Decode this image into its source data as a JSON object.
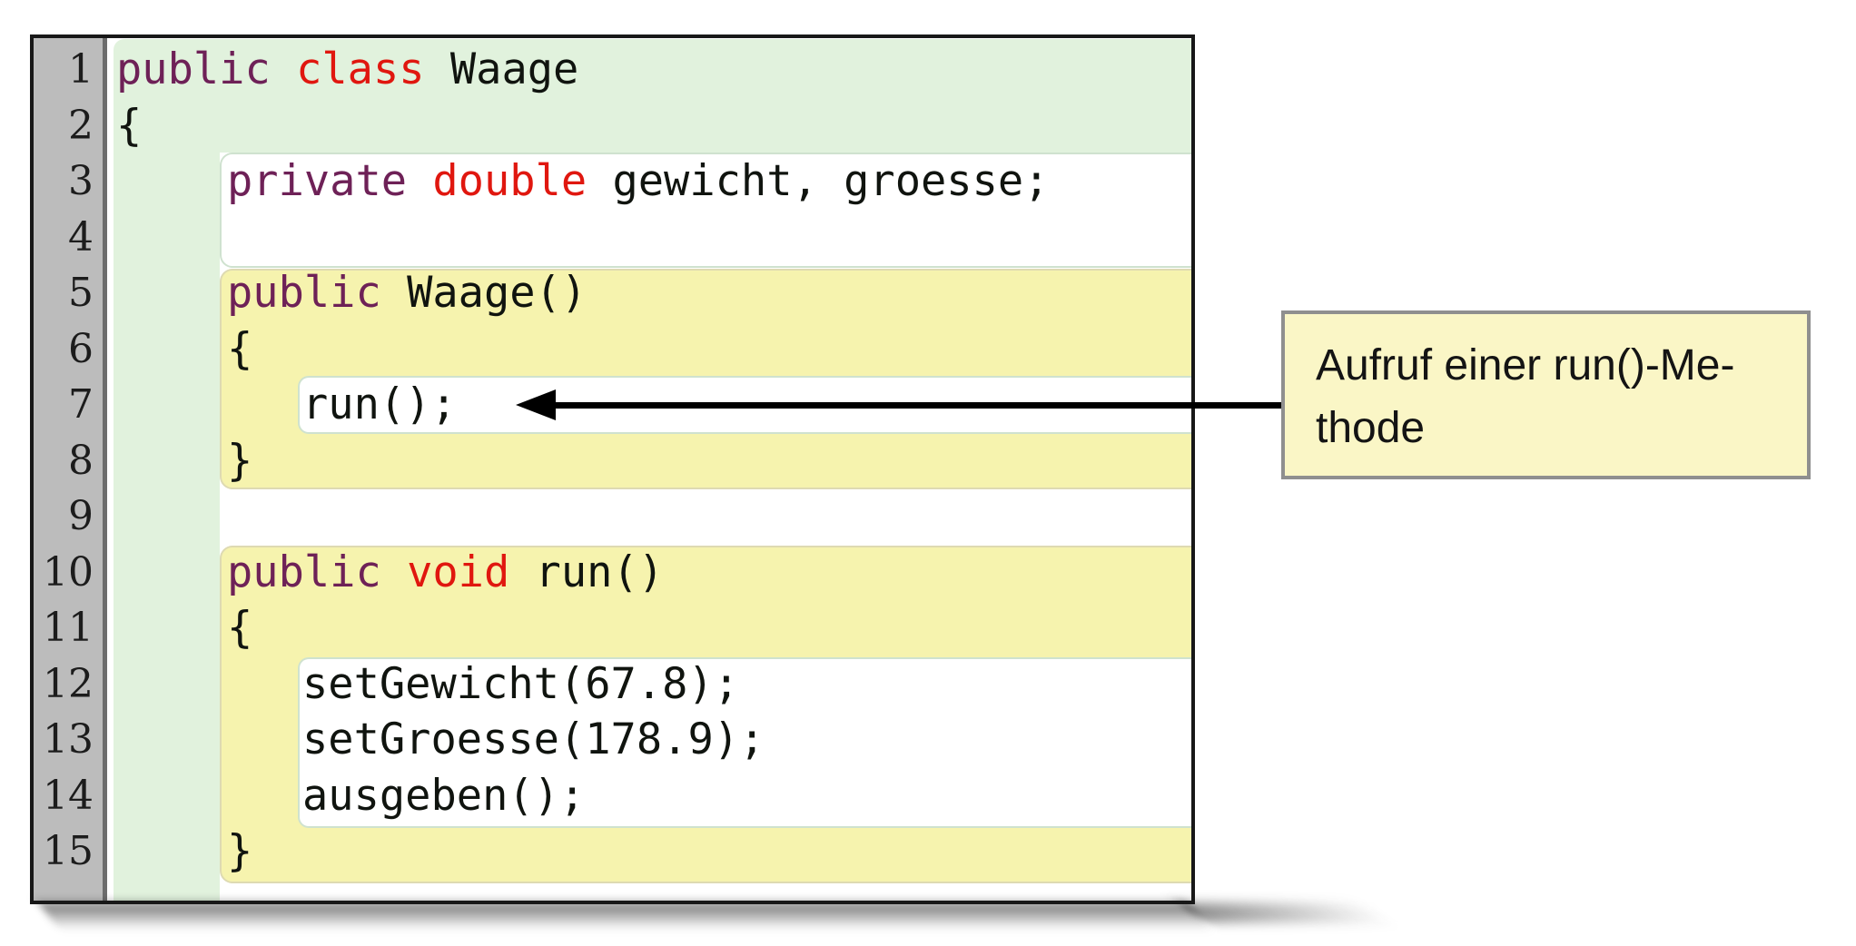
{
  "editor": {
    "language": "java",
    "lines": [
      {
        "num": 1,
        "indent": 0,
        "segments": [
          {
            "t": "public",
            "c": "kw"
          },
          {
            "t": " ",
            "c": "plain"
          },
          {
            "t": "class",
            "c": "type"
          },
          {
            "t": " Waage",
            "c": "plain"
          }
        ]
      },
      {
        "num": 2,
        "indent": 0,
        "segments": [
          {
            "t": "{",
            "c": "plain"
          }
        ]
      },
      {
        "num": 3,
        "indent": 1,
        "segments": [
          {
            "t": "private",
            "c": "kw"
          },
          {
            "t": " ",
            "c": "plain"
          },
          {
            "t": "double",
            "c": "type"
          },
          {
            "t": " gewicht, groesse;",
            "c": "plain"
          }
        ]
      },
      {
        "num": 4,
        "indent": 1,
        "segments": []
      },
      {
        "num": 5,
        "indent": 1,
        "segments": [
          {
            "t": "public",
            "c": "kw"
          },
          {
            "t": " Waage()",
            "c": "plain"
          }
        ]
      },
      {
        "num": 6,
        "indent": 1,
        "segments": [
          {
            "t": "{",
            "c": "plain"
          }
        ]
      },
      {
        "num": 7,
        "indent": 2,
        "segments": [
          {
            "t": "run();",
            "c": "plain"
          }
        ]
      },
      {
        "num": 8,
        "indent": 1,
        "segments": [
          {
            "t": "}",
            "c": "plain"
          }
        ]
      },
      {
        "num": 9,
        "indent": 0,
        "segments": []
      },
      {
        "num": 10,
        "indent": 1,
        "segments": [
          {
            "t": "public",
            "c": "kw"
          },
          {
            "t": " ",
            "c": "plain"
          },
          {
            "t": "void",
            "c": "type"
          },
          {
            "t": " run()",
            "c": "plain"
          }
        ]
      },
      {
        "num": 11,
        "indent": 1,
        "segments": [
          {
            "t": "{",
            "c": "plain"
          }
        ]
      },
      {
        "num": 12,
        "indent": 2,
        "segments": [
          {
            "t": "setGewicht(67.8);",
            "c": "plain"
          }
        ]
      },
      {
        "num": 13,
        "indent": 2,
        "segments": [
          {
            "t": "setGroesse(178.9);",
            "c": "plain"
          }
        ]
      },
      {
        "num": 14,
        "indent": 2,
        "segments": [
          {
            "t": "ausgeben();",
            "c": "plain"
          }
        ]
      },
      {
        "num": 15,
        "indent": 1,
        "segments": [
          {
            "t": "}",
            "c": "plain"
          }
        ]
      }
    ]
  },
  "callout": {
    "text": "Aufruf einer run()-Me-\nthode"
  },
  "colors": {
    "kw-color": "#6e2157",
    "type-color": "#e0170f",
    "plain-color": "#10140f",
    "scope-green": "#e1f2dd",
    "scope-yellow": "#f6f3ae",
    "scope-white-border": "#cfe2cf",
    "scope-yellow-border": "#dedab2",
    "gutter-bg": "#bcbcbc",
    "gutter-sep": "#6c6c6c",
    "callout-bg": "#faf6c6",
    "callout-border": "#8f8f8f"
  }
}
